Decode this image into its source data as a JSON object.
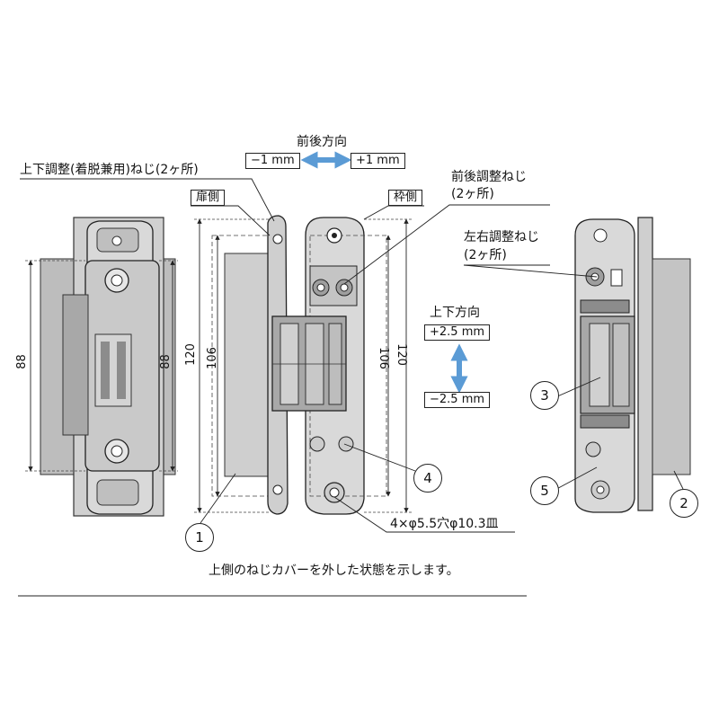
{
  "labels": {
    "top_bottom_screw": "上下調整(着脱兼用)ねじ(2ヶ所)",
    "door_side": "扉側",
    "frame_side": "枠側",
    "front_back_direction": "前後方向",
    "front_back_screw": "前後調整ねじ",
    "front_back_screw_count": "(2ヶ所)",
    "left_right_screw": "左右調整ねじ",
    "left_right_screw_count": "(2ヶ所)",
    "up_down_direction": "上下方向",
    "hole_spec": "4×φ5.5穴φ10.3皿",
    "note": "上側のねじカバーを外した状態を示します。"
  },
  "adjustments": {
    "minus_front_back": "−1 mm",
    "plus_front_back": "+1 mm",
    "plus_up_down": "+2.5 mm",
    "minus_up_down": "−2.5 mm"
  },
  "dimensions": {
    "left_view_left": "88",
    "left_view_right": "88",
    "mid_outer_left": "120",
    "mid_inner_left": "106",
    "mid_inner_right": "106",
    "mid_outer_right": "120"
  },
  "part_numbers": {
    "p1": "1",
    "p2": "2",
    "p3": "3",
    "p4": "4",
    "p5": "5"
  },
  "colors": {
    "body_fill": "#d9d9d9",
    "plate_fill": "#bdbdbd",
    "dark_fill": "#8c8c8c",
    "arrow_blue": "#5b9bd5"
  }
}
